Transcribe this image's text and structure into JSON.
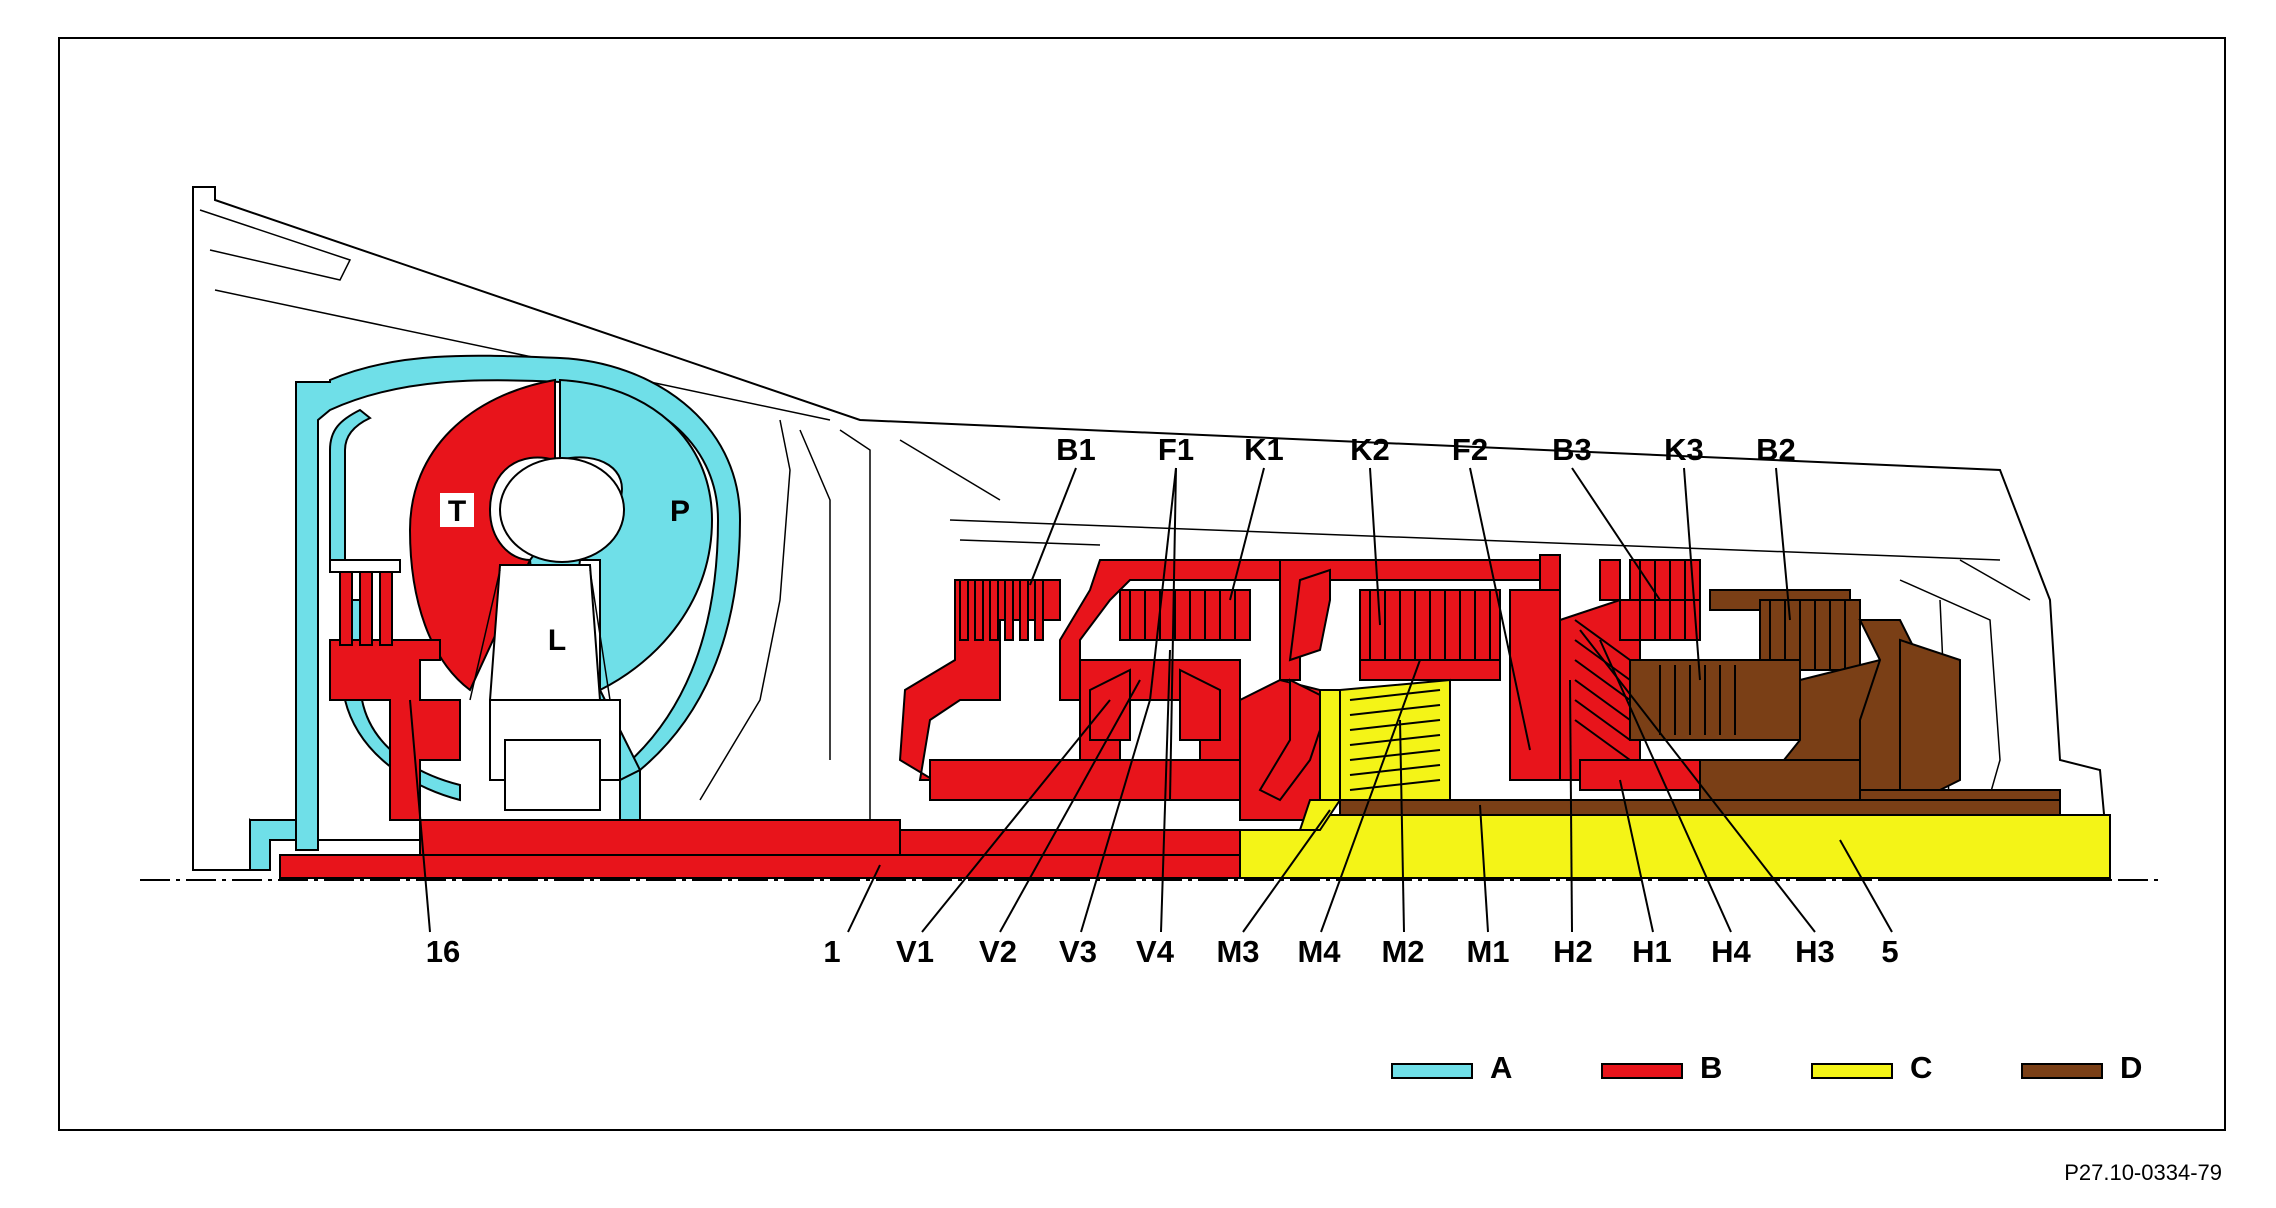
{
  "diagram": {
    "reference": "P27.10-0334-79",
    "component_labels": {
      "T": "T",
      "P": "P",
      "L": "L"
    },
    "top_labels": [
      "B1",
      "F1",
      "K1",
      "K2",
      "F2",
      "B3",
      "K3",
      "B2"
    ],
    "bottom_labels": [
      "16",
      "1",
      "V1",
      "V2",
      "V3",
      "V4",
      "M3",
      "M4",
      "M2",
      "M1",
      "H2",
      "H1",
      "H4",
      "H3",
      "5"
    ],
    "legend": [
      {
        "key": "A",
        "color": "#6fdfe8"
      },
      {
        "key": "B",
        "color": "#e8141b"
      },
      {
        "key": "C",
        "color": "#f4f417"
      },
      {
        "key": "D",
        "color": "#7a3f16"
      }
    ]
  }
}
